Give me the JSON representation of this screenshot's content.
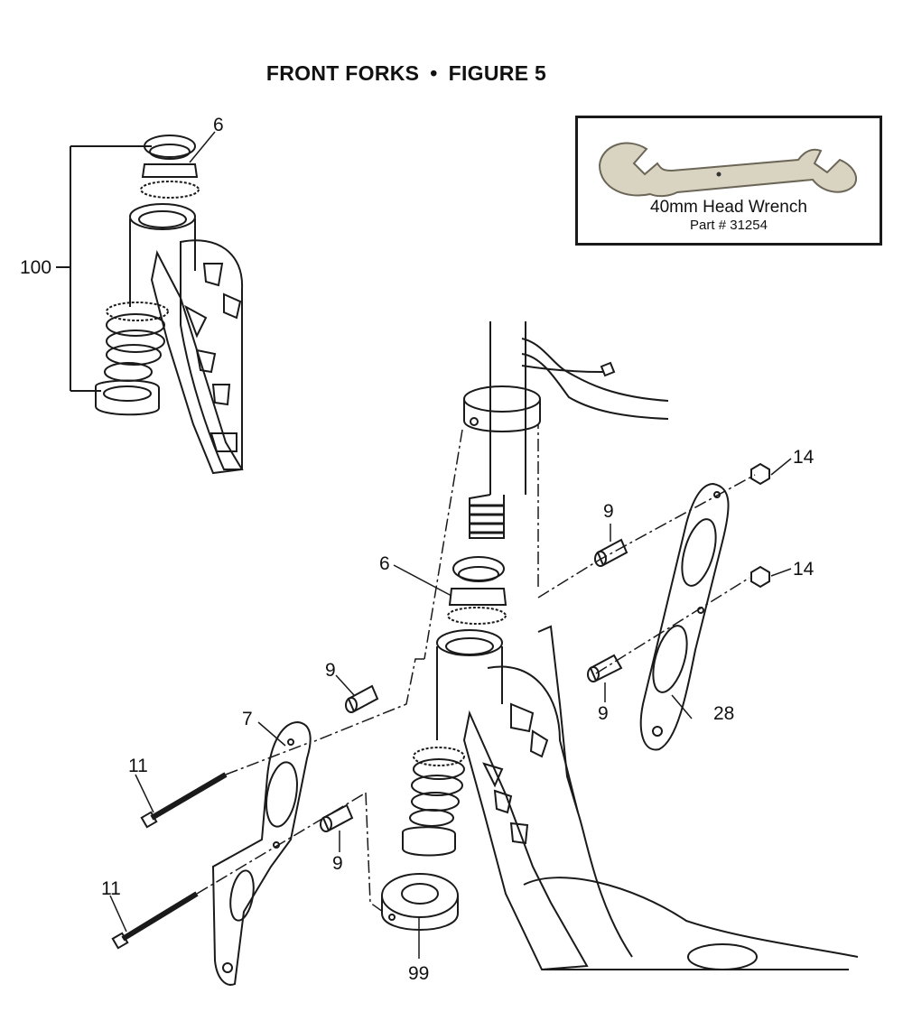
{
  "header": {
    "title_left": "FRONT FORKS",
    "separator": "•",
    "title_right": "FIGURE 5"
  },
  "inset": {
    "tool_name": "40mm Head Wrench",
    "part_number": "Part # 31254"
  },
  "callouts": {
    "c100": "100",
    "c6_top": "6",
    "c6_mid": "6",
    "c14_top": "14",
    "c14_bottom": "14",
    "c9_upper_right": "9",
    "c9_lower_right": "9",
    "c9_left_upper": "9",
    "c9_left_lower": "9",
    "c28": "28",
    "c7": "7",
    "c11_upper": "11",
    "c11_lower": "11",
    "c99": "99"
  }
}
